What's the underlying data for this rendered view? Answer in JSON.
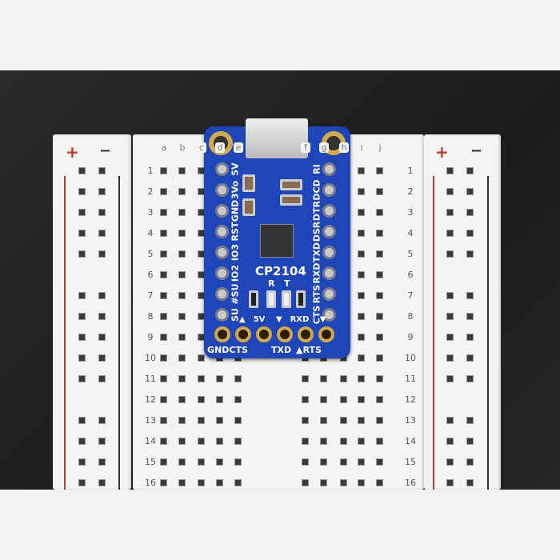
{
  "breadboard": {
    "rows": [
      "1",
      "2",
      "3",
      "4",
      "5",
      "6",
      "7",
      "8",
      "9",
      "10",
      "11",
      "12",
      "13",
      "14",
      "15",
      "16"
    ],
    "left_letters": [
      "a",
      "b",
      "c",
      "d",
      "e"
    ],
    "right_letters": [
      "f",
      "g",
      "h",
      "i",
      "j"
    ],
    "rail_plus": "+",
    "rail_minus": "−"
  },
  "board": {
    "chip_label": "CP2104",
    "led_labels": [
      "R",
      "T"
    ],
    "left_pins": [
      "5V",
      "3Vo",
      "GND",
      "RST",
      "IO3",
      "IO2",
      "#SU",
      "SU"
    ],
    "right_pins": [
      "RI",
      "DCD",
      "DTR",
      "DSR",
      "TXD",
      "RXD",
      "RTS",
      "CTS"
    ],
    "bottom_upper": [
      "▲",
      "5V",
      "▼",
      "RXD",
      "▼"
    ],
    "bottom_lower": [
      "GND",
      "CTS",
      "TXD",
      "▲",
      "RTS"
    ]
  },
  "colors": {
    "pcb": "#1f46b8",
    "rail_red": "#c0392b"
  }
}
